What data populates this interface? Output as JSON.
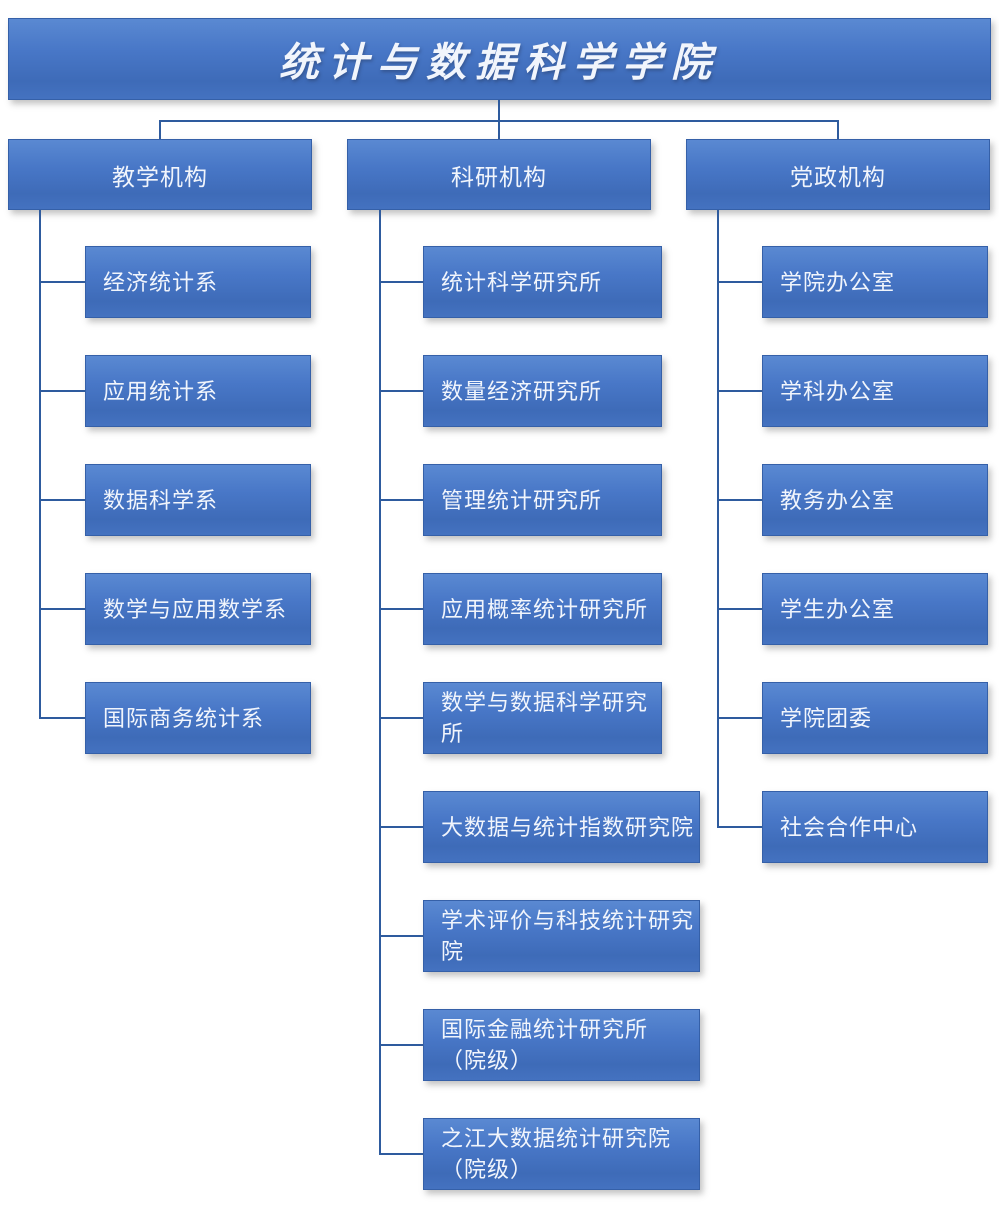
{
  "root": {
    "title": "统计与数据科学学院"
  },
  "columns": [
    {
      "header": "教学机构",
      "children": [
        {
          "label": "经济统计系"
        },
        {
          "label": "应用统计系"
        },
        {
          "label": "数据科学系"
        },
        {
          "label": "数学与应用数学系"
        },
        {
          "label": "国际商务统计系"
        }
      ]
    },
    {
      "header": "科研机构",
      "children": [
        {
          "label": "统计科学研究所"
        },
        {
          "label": "数量经济研究所"
        },
        {
          "label": "管理统计研究所"
        },
        {
          "label": "应用概率统计研究所"
        },
        {
          "label": "数学与数据科学研究所"
        },
        {
          "label": "大数据与统计指数研究院"
        },
        {
          "label": "学术评价与科技统计研究院"
        },
        {
          "label": "国际金融统计研究所\n（院级）"
        },
        {
          "label": "之江大数据统计研究院\n（院级）"
        }
      ]
    },
    {
      "header": "党政机构",
      "children": [
        {
          "label": "学院办公室"
        },
        {
          "label": "学科办公室"
        },
        {
          "label": "教务办公室"
        },
        {
          "label": "学生办公室"
        },
        {
          "label": "学院团委"
        },
        {
          "label": "社会合作中心"
        }
      ]
    }
  ],
  "colors": {
    "box_gradient_top": "#5a89d2",
    "box_gradient_bottom": "#3e6bb8",
    "box_border": "#3560a8",
    "connector": "#2e5b9e",
    "text": "#f1f5fc",
    "background": "#ffffff"
  }
}
